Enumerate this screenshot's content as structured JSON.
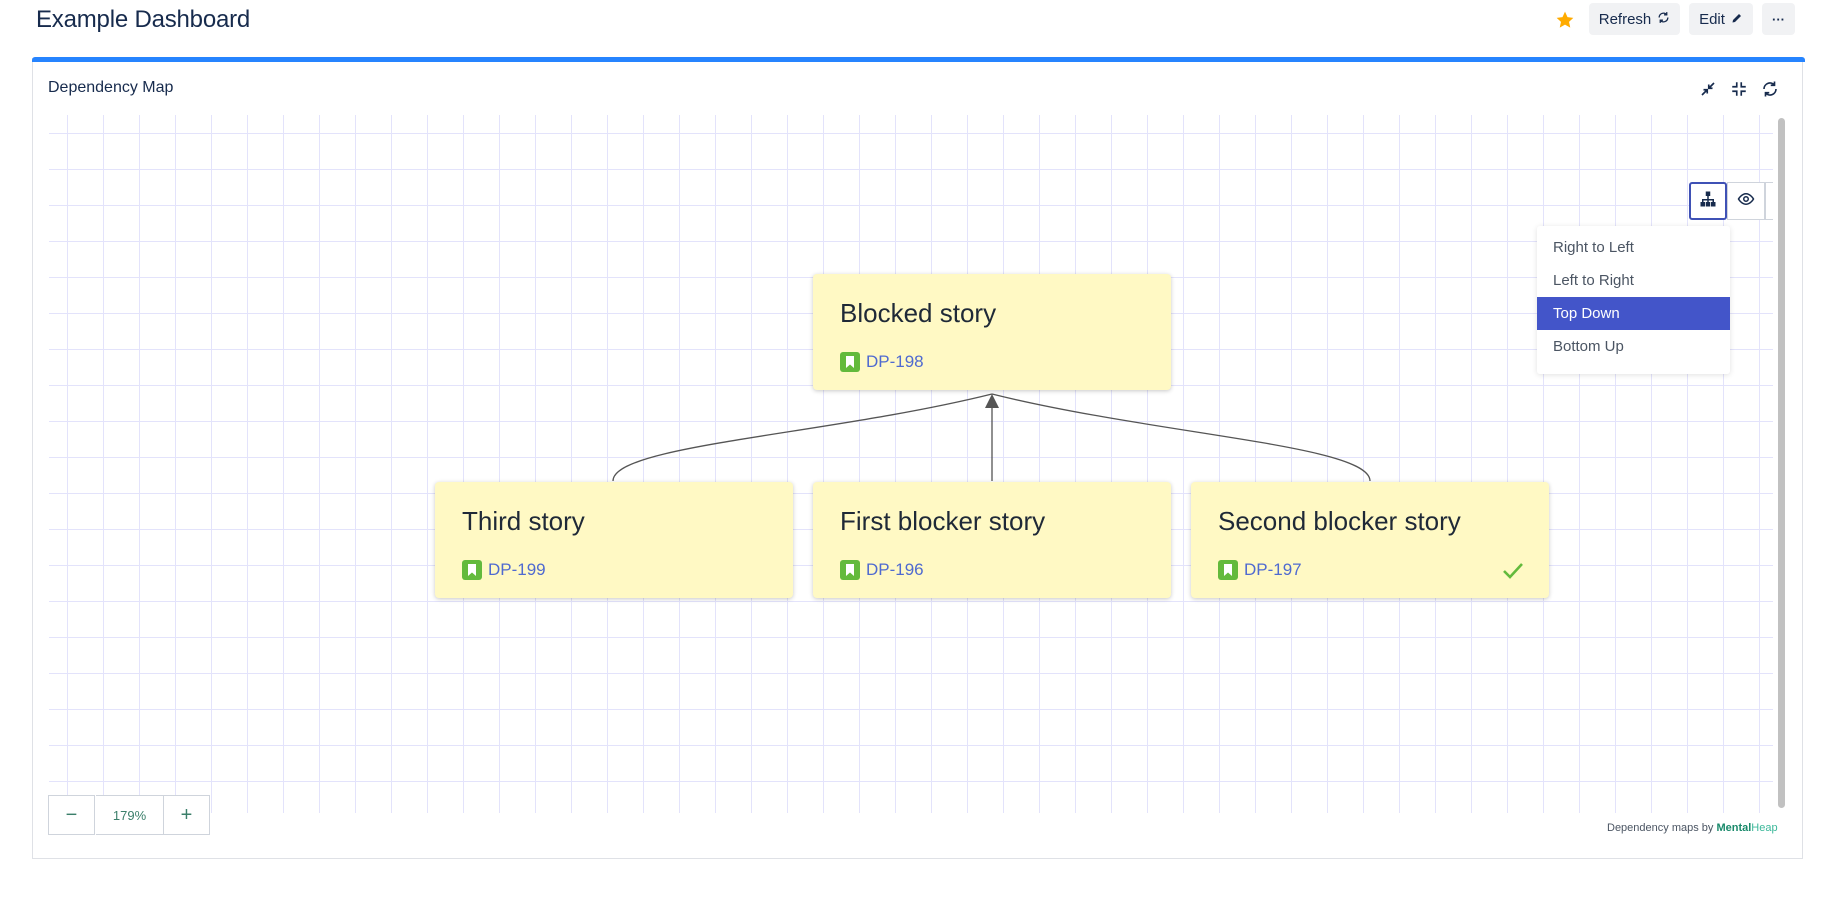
{
  "header": {
    "title": "Example Dashboard",
    "refresh_label": "Refresh",
    "edit_label": "Edit",
    "more_label": "···"
  },
  "panel": {
    "title": "Dependency Map"
  },
  "cards": [
    {
      "title": "Blocked story",
      "key": "DP-198",
      "resolved": false
    },
    {
      "title": "Third story",
      "key": "DP-199",
      "resolved": false
    },
    {
      "title": "First blocker story",
      "key": "DP-196",
      "resolved": false
    },
    {
      "title": "Second blocker story",
      "key": "DP-197",
      "resolved": true
    }
  ],
  "layout_menu": {
    "options": [
      "Right to Left",
      "Left to Right",
      "Top Down",
      "Bottom Up"
    ],
    "selected": "Top Down"
  },
  "zoom": {
    "value": "179%",
    "minus_label": "−",
    "plus_label": "+"
  },
  "credit": {
    "prefix": "Dependency maps by ",
    "brand_part1": "Mental",
    "brand_part2": "Heap"
  },
  "colors": {
    "accent": "#2684ff",
    "card_bg": "#fff9c4",
    "menu_selected": "#4355c9",
    "story_icon": "#63ba3c",
    "star": "#ffab00"
  }
}
